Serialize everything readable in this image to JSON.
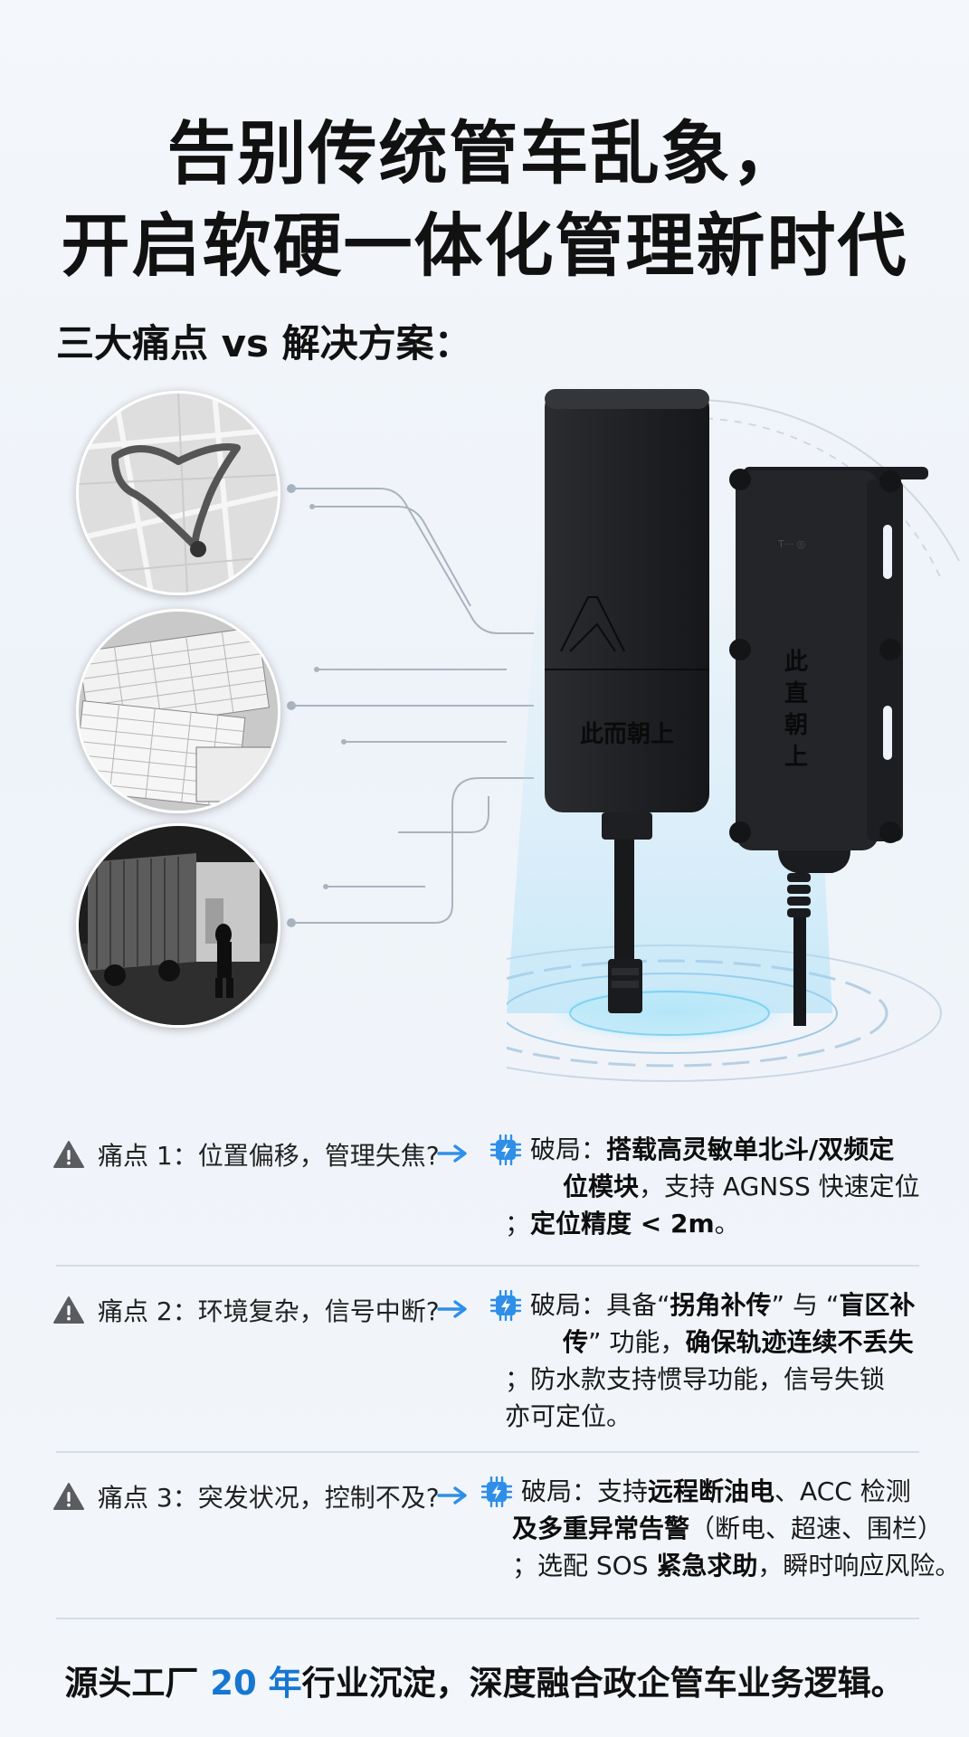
{
  "title": {
    "line1": "告别传统管车乱象，",
    "line2": "开启软硬一体化管理新时代"
  },
  "subtitle": "三大痛点 vs 解决方案：",
  "device_labels": {
    "left": "此而朝上",
    "right": [
      "此",
      "直",
      "朝",
      "上"
    ]
  },
  "rows": [
    {
      "pain": "痛点 1：位置偏移，管理失焦?",
      "solution": {
        "lead": "破局：",
        "line1_bold": "搭载高灵敏单北斗/双频定",
        "line2a_bold": "位模块",
        "line2b": "，支持 AGNSS 快速定位",
        "line3a": "；",
        "line3b_bold": "定位精度 < 2m",
        "line3c": "。"
      }
    },
    {
      "pain": "痛点 2：环境复杂，信号中断?",
      "solution": {
        "lead": "破局：具备“",
        "q1_bold": "拐角补传",
        "mid": "” 与 “",
        "q2a_bold": "盲区补",
        "q2b_bold": "传",
        "tail": "” 功能，",
        "bold2": "确保轨迹连续不丢失",
        "line3": "；防水款支持惯导功能，信号失锁",
        "line4": "亦可定位。"
      }
    },
    {
      "pain": "痛点 3：突发状况，控制不及?",
      "solution": {
        "lead": "破局：支持",
        "bold1": "远程断油电",
        "mid": "、ACC 检测",
        "bold2": "及多重异常告警",
        "paren": "（断电、超速、围栏）",
        "line3a": "；选配 SOS ",
        "bold3": "紧急求助",
        "line3b": "，瞬时响应风险。"
      }
    }
  ],
  "footer": {
    "pre": "源头工厂 ",
    "num": "20 年",
    "post": "行业沉淀，深度融合政企管车业务逻辑。"
  },
  "colors": {
    "accent_blue": "#1677d2",
    "chip_blue": "#2f8fe8",
    "device_black": "#1c1e21",
    "glow_cyan": "#7fd3f5"
  },
  "icons": [
    "warning-icon",
    "arrow-right-icon",
    "chip-bolt-icon"
  ]
}
